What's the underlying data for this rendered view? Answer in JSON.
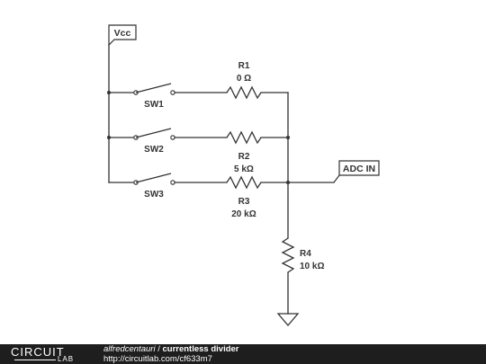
{
  "schematic": {
    "supply_label": "Vcc",
    "output_label": "ADC IN",
    "switches": [
      {
        "name": "SW1"
      },
      {
        "name": "SW2"
      },
      {
        "name": "SW3"
      }
    ],
    "resistors": [
      {
        "name": "R1",
        "value": "0 Ω"
      },
      {
        "name": "R2",
        "value": "5 kΩ"
      },
      {
        "name": "R3",
        "value": "20 kΩ"
      },
      {
        "name": "R4",
        "value": "10 kΩ"
      }
    ],
    "colors": {
      "wire": "#333333",
      "background": "#ffffff"
    }
  },
  "footer": {
    "logo_main": "CIRCUIT",
    "logo_sub": "LAB",
    "author": "alfredcentauri",
    "separator": " / ",
    "title": "currentless divider",
    "url": "http://circuitlab.com/cf633m7",
    "background": "#1e1e1e"
  }
}
